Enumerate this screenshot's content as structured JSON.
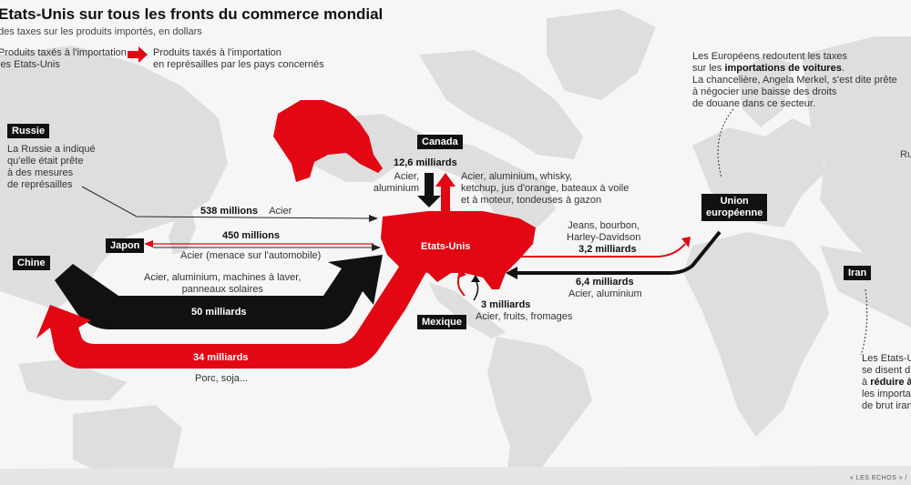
{
  "header": {
    "title": "Etats-Unis sur tous les fronts du commerce mondial",
    "subtitle": "des taxes sur les produits importés, en dollars"
  },
  "legend": {
    "black_arrow_text": [
      "Produits taxés à l'importation",
      "les Etats-Unis"
    ],
    "red_arrow_text": [
      "Produits taxés à l'importation",
      "en représailles par les pays concernés"
    ],
    "colors": {
      "black": "#111111",
      "red": "#e30613"
    }
  },
  "countries": {
    "russia": "Russie",
    "japan": "Japon",
    "china": "Chine",
    "canada": "Canada",
    "usa": "Etats-Unis",
    "mexico": "Mexique",
    "eu": [
      "Union",
      "européenne"
    ],
    "iran": "Iran"
  },
  "russia_note": [
    "La Russie a indiqué",
    "qu'elle était prête",
    "à des mesures",
    "de représailles"
  ],
  "flows": {
    "russia_amount": "538 millions",
    "russia_products": "Acier",
    "japan_amount": "450 millions",
    "japan_products": "Acier (menace sur l'automobile)",
    "china_products": [
      "Acier, aluminium, machines à laver,",
      "panneaux solaires"
    ],
    "china_amount": "50 milliards",
    "china_retaliation_amount": "34 milliards",
    "china_retaliation_products": "Porc, soja...",
    "canada_amount": "12,6 milliards",
    "canada_taxed_products": [
      "Acier,",
      "aluminium"
    ],
    "canada_retaliation_products": [
      "Acier, aluminium, whisky,",
      "ketchup, jus d'orange, bateaux à voile",
      "et à moteur, tondeuses à gazon"
    ],
    "eu_retaliation_products": [
      "Jeans, bourbon,",
      "Harley-Davidson"
    ],
    "eu_retaliation_amount": "3,2 milliards",
    "eu_amount": "6,4 milliards",
    "eu_products": "Acier, aluminium",
    "mexico_amount": "3 milliards",
    "mexico_products": "Acier, fruits, fromages"
  },
  "eu_note": {
    "line1": "Les Européens redoutent les taxes",
    "line2_pre": "sur les ",
    "line2_bold": "importations de voitures",
    "line2_post": ".",
    "rest": [
      "La chancelière, Angela Merkel, s'est dite prête",
      "à négocier une baisse des droits",
      "de douane dans ce secteur."
    ]
  },
  "iran_note": {
    "lines_a": [
      "Les Etats-U",
      "se disent d"
    ],
    "bold_pre": "à ",
    "bold": "réduire à",
    "lines_b": [
      "les importa",
      "de brut iran"
    ]
  },
  "edge_fragment": "Ru",
  "footer": "« LES ECHOS » /"
}
